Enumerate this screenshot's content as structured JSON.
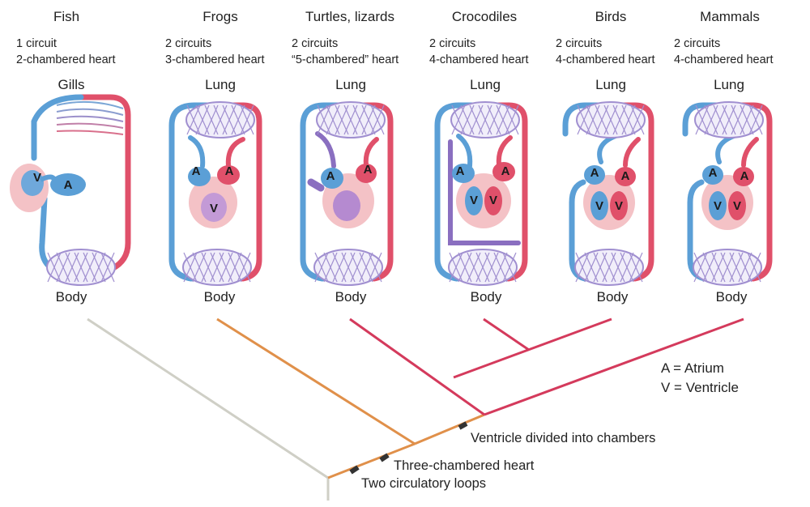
{
  "colors": {
    "oxygenated": "#e0506a",
    "deoxygenated": "#5b9fd6",
    "mixed": "#8a6fc0",
    "capillary": "#a08fd0",
    "fish_branch": "#cfcfc6",
    "frog_branch": "#e0904a",
    "amniote_branch": "#d43a5c",
    "heart_fill": "#f4c2c6"
  },
  "animals": [
    {
      "name": "Fish",
      "circuits": "1 circuit",
      "heart": "2-chambered heart",
      "top_organ": "Gills",
      "bottom_organ": "Body",
      "chambers": [
        "V",
        "A"
      ]
    },
    {
      "name": "Frogs",
      "circuits": "2 circuits",
      "heart": "3-chambered heart",
      "top_organ": "Lung",
      "bottom_organ": "Body",
      "chambers": [
        "A",
        "A",
        "V"
      ]
    },
    {
      "name": "Turtles, lizards",
      "circuits": "2 circuits",
      "heart": "“5-chambered” heart",
      "top_organ": "Lung",
      "bottom_organ": "Body",
      "chambers": [
        "A",
        "A"
      ]
    },
    {
      "name": "Crocodiles",
      "circuits": "2 circuits",
      "heart": "4-chambered heart",
      "top_organ": "Lung",
      "bottom_organ": "Body",
      "chambers": [
        "A",
        "A",
        "V",
        "V"
      ]
    },
    {
      "name": "Birds",
      "circuits": "2 circuits",
      "heart": "4-chambered heart",
      "top_organ": "Lung",
      "bottom_organ": "Body",
      "chambers": [
        "A",
        "A",
        "V",
        "V"
      ]
    },
    {
      "name": "Mammals",
      "circuits": "2 circuits",
      "heart": "4-chambered heart",
      "top_organ": "Lung",
      "bottom_organ": "Body",
      "chambers": [
        "A",
        "A",
        "V",
        "V"
      ]
    }
  ],
  "legend": {
    "atrium": "A = Atrium",
    "ventricle": "V = Ventricle"
  },
  "tree_marks": {
    "two_loops": "Two circulatory loops",
    "three_chambered": "Three-chambered heart",
    "ventricle_divided": "Ventricle divided into chambers"
  }
}
